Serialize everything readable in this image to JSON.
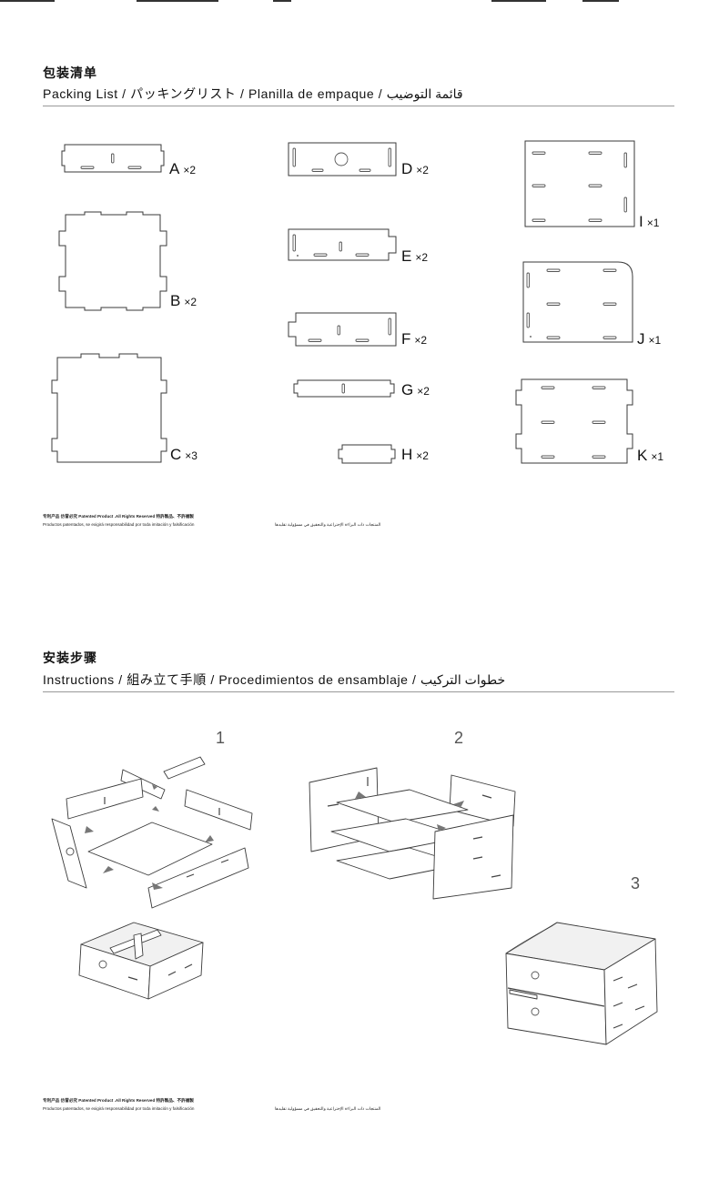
{
  "packing": {
    "title_zh": "包装清单",
    "title_ml": "Packing List / パッキングリスト / Planilla de empaque  /  قائمة التوضيب",
    "parts": [
      {
        "letter": "A",
        "qty": "×2"
      },
      {
        "letter": "B",
        "qty": "×2"
      },
      {
        "letter": "C",
        "qty": "×3"
      },
      {
        "letter": "D",
        "qty": "×2"
      },
      {
        "letter": "E",
        "qty": "×2"
      },
      {
        "letter": "F",
        "qty": "×2"
      },
      {
        "letter": "G",
        "qty": "×2"
      },
      {
        "letter": "H",
        "qty": "×2"
      },
      {
        "letter": "I",
        "qty": "×1"
      },
      {
        "letter": "J",
        "qty": "×1"
      },
      {
        "letter": "K",
        "qty": "×1"
      }
    ],
    "fine_line1": "专利产品 仿冒必究 Patented Product .All Rights Reserved 特許製品、不許複製",
    "fine_line2": "Productos patentados, se exigirá responsabilidad por toda imitación y falsificación",
    "fine_ar": "المنتجات ذات البراءة الإختراعية والتحقيق في مسؤولية تقليدها"
  },
  "instructions": {
    "title_zh": "安装步骤",
    "title_ml": "Instructions / 組み立て手順 / Procedimientos de ensamblaje / خطوات التركيب",
    "steps": [
      "1",
      "2",
      "3"
    ],
    "fine_line1": "专利产品 仿冒必究 Patented Product .All Rights Reserved 特許製品、不許複製",
    "fine_line2": "Productos patentados, se exigirá responsabilidad por toda imitación y falsificación",
    "fine_ar": "المنتجات ذات البراءة الإختراعية والتحقيق في مسؤولية تقليدها"
  }
}
